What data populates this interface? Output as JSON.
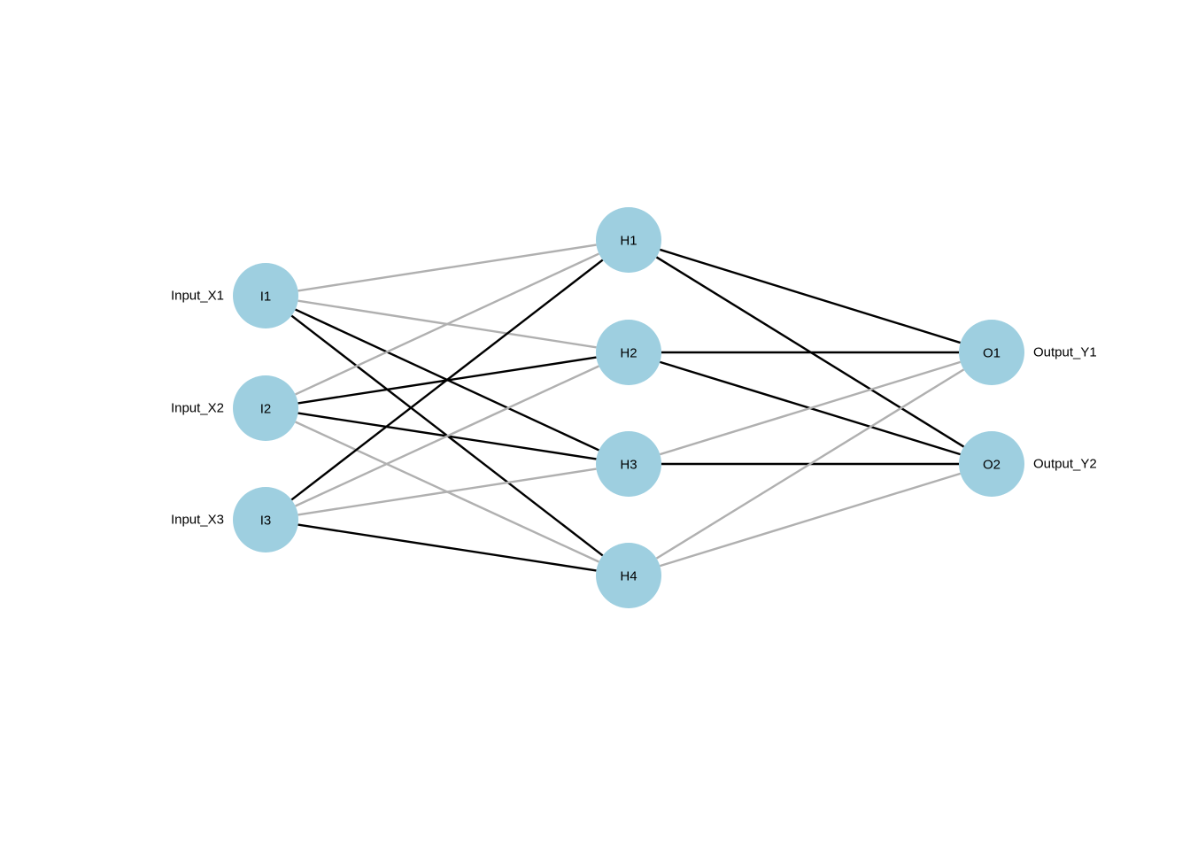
{
  "colors": {
    "node": "#9ecfe0",
    "edge_dark": "#000000",
    "edge_light": "#b0b0b0"
  },
  "nodes": [
    {
      "id": "I1",
      "label": "I1",
      "layer": "input",
      "external_label": "Input_X1"
    },
    {
      "id": "I2",
      "label": "I2",
      "layer": "input",
      "external_label": "Input_X2"
    },
    {
      "id": "I3",
      "label": "I3",
      "layer": "input",
      "external_label": "Input_X3"
    },
    {
      "id": "H1",
      "label": "H1",
      "layer": "hidden"
    },
    {
      "id": "H2",
      "label": "H2",
      "layer": "hidden"
    },
    {
      "id": "H3",
      "label": "H3",
      "layer": "hidden"
    },
    {
      "id": "H4",
      "label": "H4",
      "layer": "hidden"
    },
    {
      "id": "O1",
      "label": "O1",
      "layer": "output",
      "external_label": "Output_Y1"
    },
    {
      "id": "O2",
      "label": "O2",
      "layer": "output",
      "external_label": "Output_Y2"
    }
  ],
  "edges": [
    {
      "from": "I1",
      "to": "H1",
      "color": "#b0b0b0"
    },
    {
      "from": "I1",
      "to": "H2",
      "color": "#b0b0b0"
    },
    {
      "from": "I1",
      "to": "H3",
      "color": "#000000"
    },
    {
      "from": "I1",
      "to": "H4",
      "color": "#000000"
    },
    {
      "from": "I2",
      "to": "H1",
      "color": "#b0b0b0"
    },
    {
      "from": "I2",
      "to": "H2",
      "color": "#000000"
    },
    {
      "from": "I2",
      "to": "H3",
      "color": "#000000"
    },
    {
      "from": "I2",
      "to": "H4",
      "color": "#b0b0b0"
    },
    {
      "from": "I3",
      "to": "H1",
      "color": "#000000"
    },
    {
      "from": "I3",
      "to": "H2",
      "color": "#b0b0b0"
    },
    {
      "from": "I3",
      "to": "H3",
      "color": "#b0b0b0"
    },
    {
      "from": "I3",
      "to": "H4",
      "color": "#000000"
    },
    {
      "from": "H1",
      "to": "O1",
      "color": "#000000"
    },
    {
      "from": "H1",
      "to": "O2",
      "color": "#000000"
    },
    {
      "from": "H2",
      "to": "O1",
      "color": "#000000"
    },
    {
      "from": "H2",
      "to": "O2",
      "color": "#000000"
    },
    {
      "from": "H3",
      "to": "O1",
      "color": "#b0b0b0"
    },
    {
      "from": "H3",
      "to": "O2",
      "color": "#000000"
    },
    {
      "from": "H4",
      "to": "O1",
      "color": "#b0b0b0"
    },
    {
      "from": "H4",
      "to": "O2",
      "color": "#b0b0b0"
    }
  ]
}
